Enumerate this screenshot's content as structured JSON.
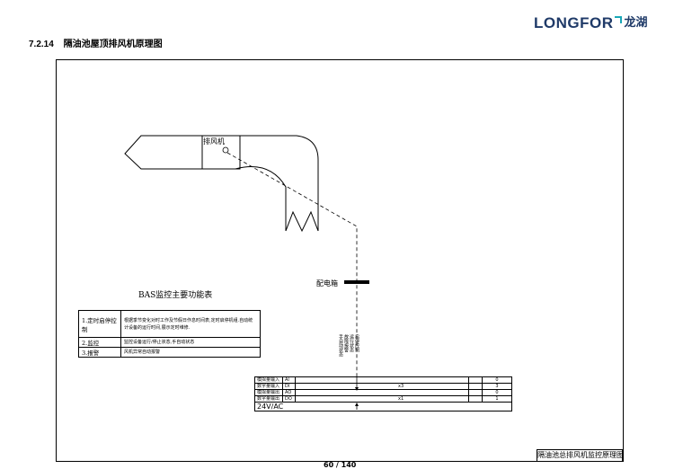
{
  "header": {
    "logo_en": "LONGFOR",
    "logo_cn": "龙湖",
    "section_number": "7.2.14",
    "section_title": "隔油池屋顶排风机原理图"
  },
  "diagram": {
    "fan_label": "排风机",
    "panel_label": "配电箱",
    "signals": [
      "手自动状态",
      "故障报警",
      "运行状态",
      "启停控制"
    ],
    "bas_title": "BAS监控主要功能表",
    "functions": [
      {
        "item": "1.定时启停控制",
        "desc": "根据季节变化对时工作及节假日作息时间表,定时启停机组.自动统计设备的运行时间,展示定时维修."
      },
      {
        "item": "2.监控",
        "desc": "监控设备运行/停止状态,手自动状态"
      },
      {
        "item": "3.报警",
        "desc": "风机异常自动报警"
      }
    ],
    "io_rows": [
      {
        "name": "模拟量输入",
        "type": "AI",
        "count": "",
        "value": "0"
      },
      {
        "name": "数字量输入",
        "type": "DI",
        "count": "x3",
        "value": "3"
      },
      {
        "name": "模拟量输出",
        "type": "AO",
        "count": "",
        "value": "0"
      },
      {
        "name": "数字量输出",
        "type": "DO",
        "count": "x1",
        "value": "1"
      }
    ],
    "power": "24V/AC",
    "drawing_title": "隔油池总排风机监控原理图"
  },
  "footer": {
    "page": "60 / 140"
  }
}
